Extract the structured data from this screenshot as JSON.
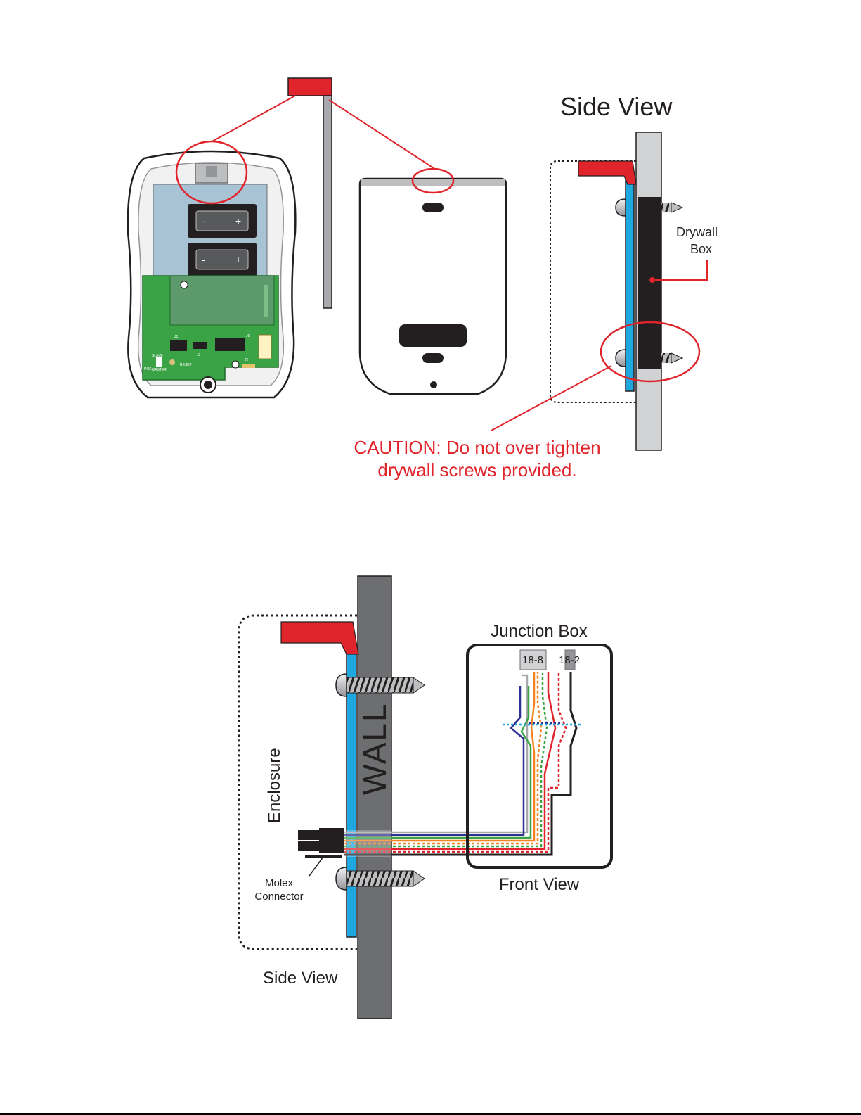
{
  "top": {
    "side_view_title": "Side View",
    "drywall_box_label_1": "Drywall",
    "drywall_box_label_2": "Box",
    "caution_line_1": "CAUTION: Do not over tighten",
    "caution_line_2": "drywall screws provided.",
    "pcb_labels": {
      "j1": "J1",
      "j3": "J3",
      "j6": "J6",
      "j2": "J2",
      "slave": "SLAVE",
      "master": "MASTER",
      "reset": "RESET",
      "pos": "POS"
    }
  },
  "bottom": {
    "junction_box_title": "Junction Box",
    "cable_18_8": "18-8",
    "cable_18_2": "18-2",
    "wall_label": "WALL",
    "enclosure_label": "Enclosure",
    "molex_line_1": "Molex",
    "molex_line_2": "Connector",
    "front_view_label": "Front View",
    "side_view_label": "Side View"
  },
  "colors": {
    "accent_red": "#e0242b",
    "mount_blue": "#1fa8e0",
    "wall_gray": "#6d6e70",
    "drywall_gray": "#d1d2d4",
    "box_black": "#231f20",
    "pcb_green": "#3aa346",
    "plate_blue": "#a7c3d4"
  }
}
